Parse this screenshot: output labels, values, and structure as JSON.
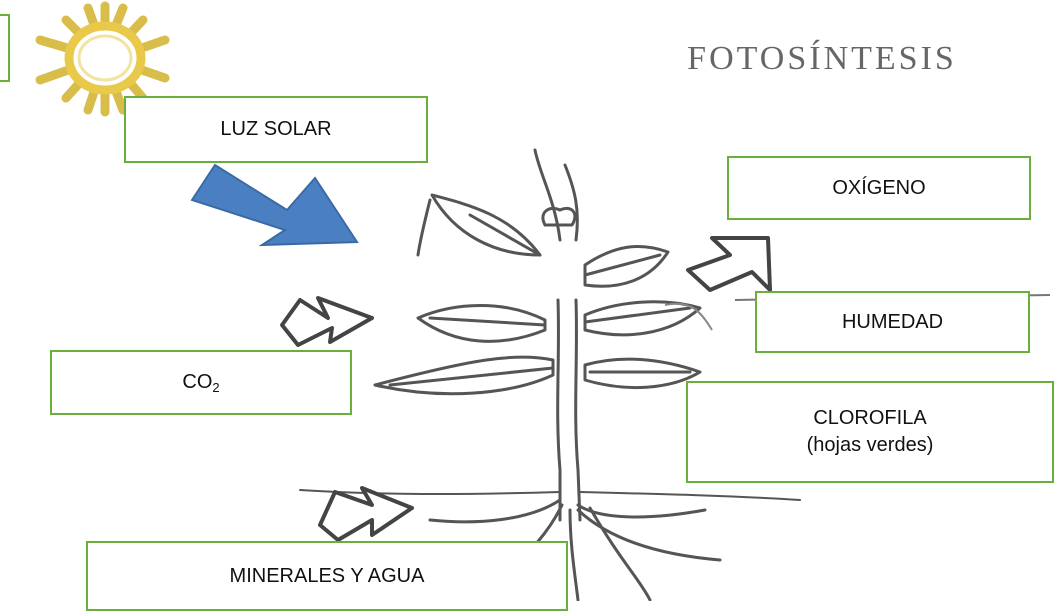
{
  "title": "FOTOSÍNTESIS",
  "labels": {
    "luz_solar": "LUZ SOLAR",
    "oxigeno": "OXÍGENO",
    "humedad": "HUMEDAD",
    "co2_main": "CO",
    "co2_sub": "2",
    "clorofila_line1": "CLOROFILA",
    "clorofila_line2": "(hojas verdes)",
    "minerales": "MINERALES Y AGUA"
  },
  "colors": {
    "box_border": "#6aaf3e",
    "sun": "#e9c94a",
    "arrow_fill": "#4a7fc1",
    "plant_line": "#555555"
  }
}
